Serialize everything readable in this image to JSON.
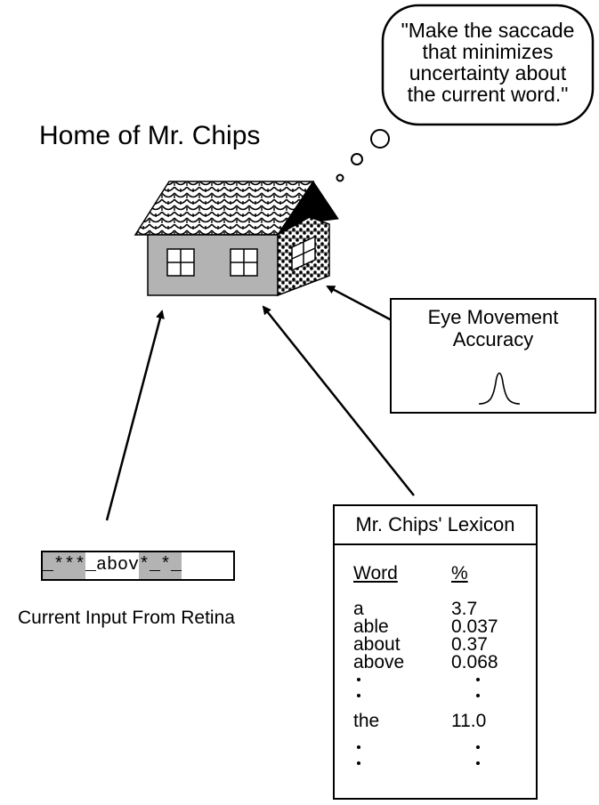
{
  "diagram": {
    "title": "Home of Mr. Chips",
    "thought_bubble": {
      "lines": [
        "\"Make the saccade",
        "that minimizes",
        "uncertainty about",
        "the current word.\""
      ]
    },
    "eye_movement_box": {
      "lines": [
        "Eye Movement",
        "Accuracy"
      ],
      "icon": "gaussian-curve-icon"
    },
    "retina_input": {
      "segments": [
        {
          "text": "_***",
          "masked": true
        },
        {
          "text": "_abov",
          "masked": false
        },
        {
          "text": "*_*_",
          "masked": true
        }
      ],
      "caption": "Current Input From Retina"
    },
    "lexicon": {
      "title": "Mr. Chips' Lexicon",
      "headers": {
        "word": "Word",
        "percent": "%"
      },
      "rows": [
        {
          "word": "a",
          "percent": "3.7"
        },
        {
          "word": "able",
          "percent": "0.037"
        },
        {
          "word": "about",
          "percent": "0.37"
        },
        {
          "word": "above",
          "percent": "0.068"
        },
        {
          "word": "the",
          "percent": "11.0"
        }
      ]
    },
    "colors": {
      "mask_gray": "#b3b3b3",
      "wall_gray": "#b3b3b3",
      "ink": "#000000"
    }
  }
}
